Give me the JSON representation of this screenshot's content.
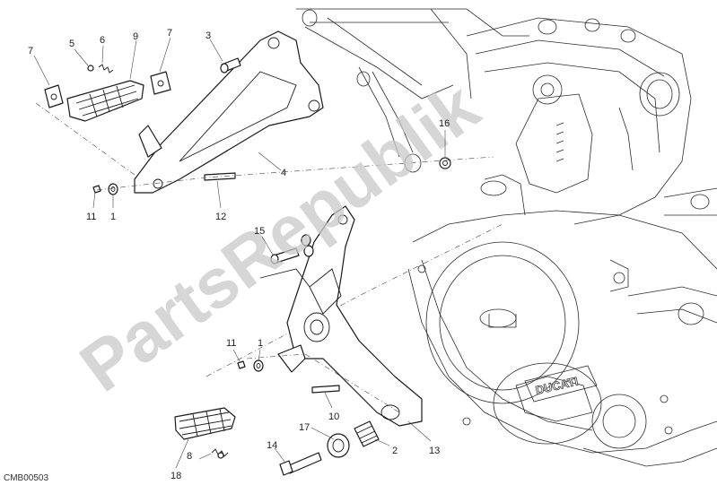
{
  "diagram": {
    "watermark": "PartsRepublik",
    "drawing_code": "CMB00503",
    "engine_brand_text": "DUCATI",
    "callouts": {
      "c1a": "1",
      "c1b": "1",
      "c2": "2",
      "c4": "4",
      "c5": "5",
      "c6": "6",
      "c7a": "7",
      "c7b": "7",
      "c8": "8",
      "c9": "9",
      "c10": "10",
      "c11a": "11",
      "c11b": "11",
      "c12": "12",
      "c13": "13",
      "c14": "14",
      "c15": "15",
      "c16": "16",
      "c17": "17",
      "c18": "18",
      "c3": "3"
    },
    "colors": {
      "line": "#1a1a1a",
      "watermark": "#c9c9c9",
      "background": "#ffffff"
    }
  }
}
